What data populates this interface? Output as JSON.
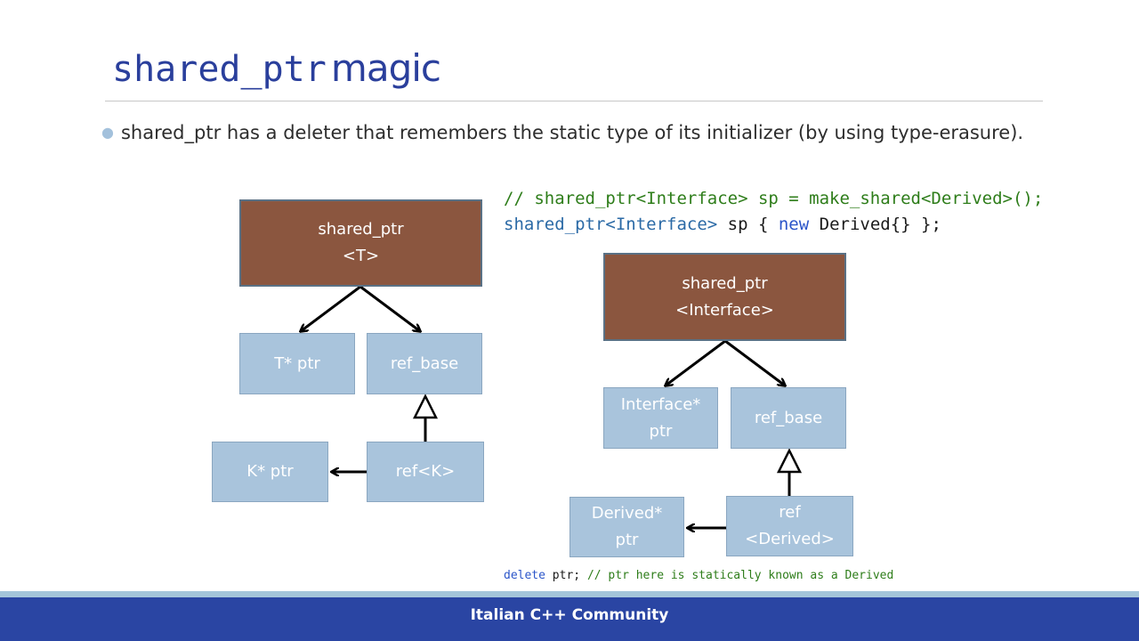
{
  "slide": {
    "title_code": "shared_ptr",
    "title_rest": "magic",
    "bullet": "shared_ptr has a deleter that remembers the static type of its initializer (by using type-erasure)."
  },
  "code": {
    "line1": "// shared_ptr<Interface> sp = make_shared<Derived>();",
    "line2_type": "shared_ptr<Interface>",
    "line2_mid": " sp { ",
    "line2_kw": "new",
    "line2_end": " Derived{} };",
    "line3_kw": "delete",
    "line3_mid": " ptr; ",
    "line3_comment": "// ptr here is statically known as a Derived"
  },
  "diagram_left": {
    "root_line1": "shared_ptr",
    "root_line2": "<T>",
    "ptr": "T* ptr",
    "ref_base": "ref_base",
    "kptr": "K* ptr",
    "ref": "ref<K>"
  },
  "diagram_right": {
    "root_line1": "shared_ptr",
    "root_line2": "<Interface>",
    "ptr_line1": "Interface*",
    "ptr_line2": "ptr",
    "ref_base": "ref_base",
    "dptr_line1": "Derived*",
    "dptr_line2": "ptr",
    "ref_line1": "ref",
    "ref_line2": "<Derived>"
  },
  "footer": "Italian C++ Community",
  "colors": {
    "title": "#2a3f9c",
    "box_brown": "#8b563f",
    "box_blue": "#a9c4dc",
    "footer_bg": "#2a45a3",
    "footer_strip": "#a4c5da"
  }
}
